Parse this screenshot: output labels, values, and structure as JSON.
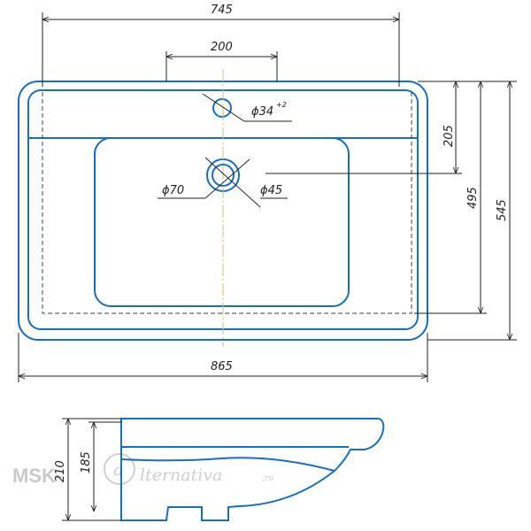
{
  "colors": {
    "outline": "#1a6fbd",
    "dimension": "#222222",
    "centerline": "#c8c27a",
    "watermark": "#c9c9c9"
  },
  "top_view": {
    "overall_width_top": "745",
    "tap_spacing": "200",
    "tap_hole": "ϕ34",
    "tap_hole_tolerance": "+2",
    "drain_outer": "ϕ70",
    "drain_inner": "ϕ45",
    "tap_to_edge": "205",
    "bowl_depth_top": "495",
    "overall_depth": "545",
    "overall_width_bottom": "865"
  },
  "side_view": {
    "total_height": "210",
    "bowl_height": "185"
  },
  "watermark": {
    "brand_left": "MSK-",
    "brand_mark": "a",
    "brand_right": "lternativa",
    "brand_tld": ".ru"
  }
}
